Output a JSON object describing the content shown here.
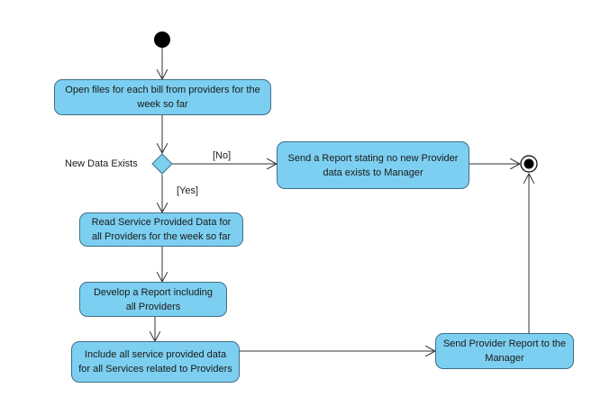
{
  "diagram": {
    "type": "uml-activity",
    "nodes": {
      "open_files": "Open files for each bill from providers for the week so far",
      "no_data_report": "Send a Report stating no new Provider data exists to Manager",
      "read_data": "Read  Service Provided Data for all Providers for the week so far",
      "develop_report": "Develop a Report including all Providers",
      "include_data": "Include all service provided data for all Services related to Providers",
      "send_report": "Send Provider Report to the Manager"
    },
    "decision": {
      "label": "New Data Exists"
    },
    "guards": {
      "no": "[No]",
      "yes": "[Yes]"
    },
    "colors": {
      "action_fill": "#7ccff0",
      "action_border": "#3f6f86",
      "edge": "#303030"
    }
  }
}
